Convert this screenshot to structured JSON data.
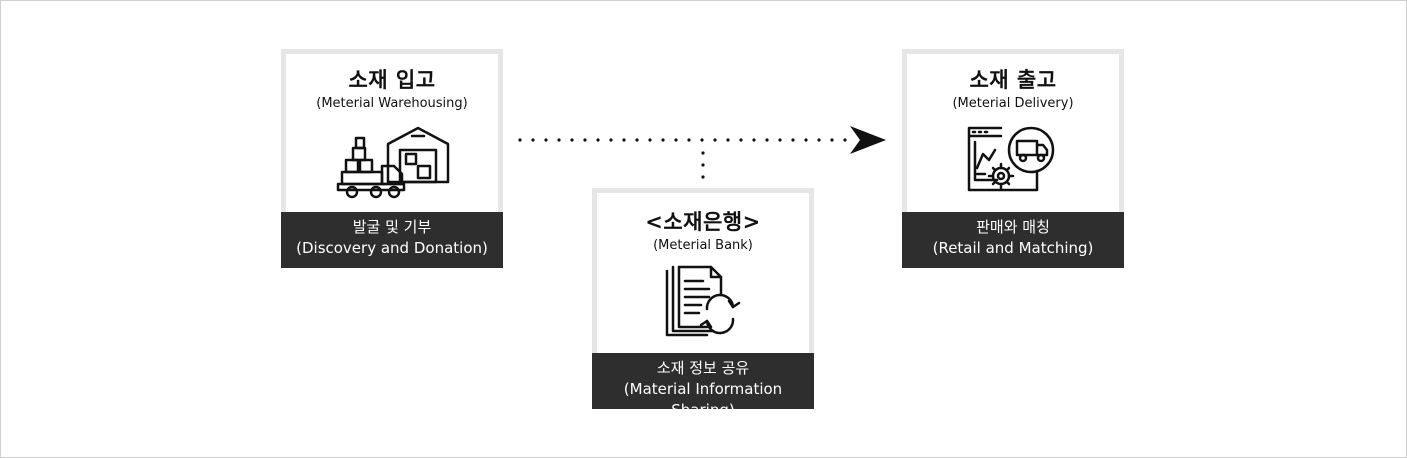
{
  "diagram": {
    "warehousing": {
      "title": "소재 입고",
      "subtitle": "(Meterial Warehousing)",
      "icon": "warehouse-truck-icon",
      "footer_ko": "발굴 및 기부",
      "footer_en": "(Discovery and Donation)"
    },
    "bank": {
      "title": "<소재은행>",
      "subtitle": "(Meterial Bank)",
      "icon": "documents-sync-icon",
      "footer_ko": "소재 정보 공유",
      "footer_en": "(Material Information Sharing)"
    },
    "delivery": {
      "title": "소재 출고",
      "subtitle": "(Meterial Delivery)",
      "icon": "delivery-dashboard-icon",
      "footer_ko": "판매와 매칭",
      "footer_en": "(Retail and Matching)"
    }
  },
  "colors": {
    "card_border": "#e6e6e6",
    "footer_bg": "#2e2e2e",
    "footer_text": "#ffffff",
    "connector": "#111111"
  }
}
